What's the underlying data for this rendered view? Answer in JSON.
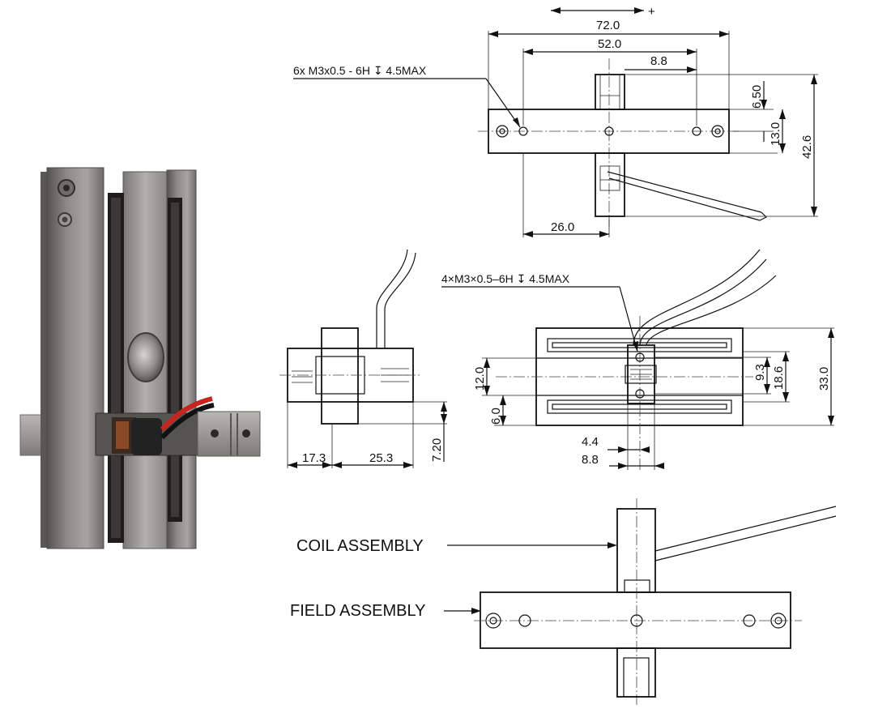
{
  "top_view": {
    "dim_overall_width": "72.0",
    "dim_hole_span": "52.0",
    "dim_coil_width": "8.8",
    "dim_height_offset": "6.50",
    "dim_bar_height": "13.0",
    "dim_total_height": "42.6",
    "dim_center_offset": "26.0",
    "hole_callout": "6x M3x0.5 - 6H ↧ 4.5MAX"
  },
  "side_view": {
    "dim_left_length": "17.3",
    "dim_right_length": "25.3",
    "dim_vertical_height": "7.20"
  },
  "front_view": {
    "hole_callout": "4×M3×0.5–6H ↧ 4.5MAX",
    "dim_left_upper": "12.0",
    "dim_left_lower": "6.0",
    "dim_hole_pitch": "9.3",
    "dim_mid_height": "18.6",
    "dim_overall_height": "33.0",
    "dim_half_width": "4.4",
    "dim_width": "8.8"
  },
  "assembly_view": {
    "coil_label": "COIL ASSEMBLY",
    "field_label": "FIELD ASSEMBLY"
  }
}
